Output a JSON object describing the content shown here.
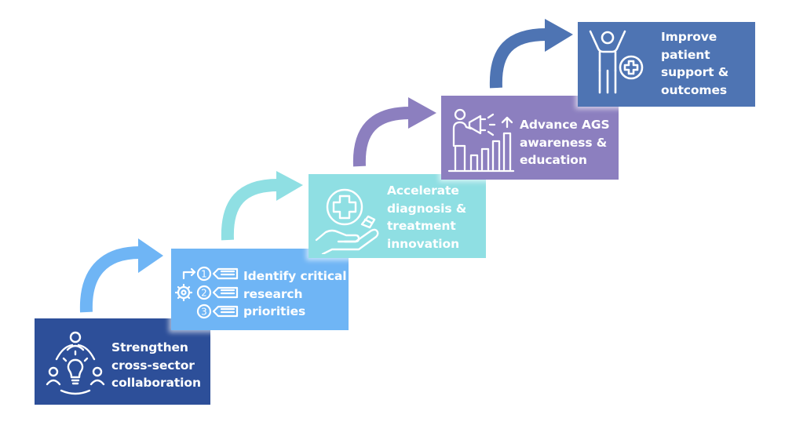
{
  "colors": {
    "step1": "#2d4f99",
    "step2": "#6fb5f5",
    "step3": "#8fdfe3",
    "step4": "#8c7fbf",
    "step5": "#4e74b3",
    "arrow1": "#6fb5f5",
    "arrow2": "#8fdfe3",
    "arrow3": "#8c7fbf",
    "arrow4": "#4e74b3"
  },
  "steps": [
    {
      "label": "Strengthen\ncross-sector\ncollaboration",
      "icon": "collaboration-lightbulb-icon"
    },
    {
      "label": "Identify critical\nresearch\npriorities",
      "icon": "numbered-list-gear-icon",
      "list_numbers": [
        "1",
        "2",
        "3"
      ]
    },
    {
      "label": "Accelerate\ndiagnosis &\ntreatment\ninnovation",
      "icon": "hand-medical-cross-icon"
    },
    {
      "label": "Advance AGS\nawareness &\neducation",
      "icon": "megaphone-growth-chart-icon"
    },
    {
      "label": "Improve\npatient\nsupport &\noutcomes",
      "icon": "person-medical-cross-icon"
    }
  ]
}
